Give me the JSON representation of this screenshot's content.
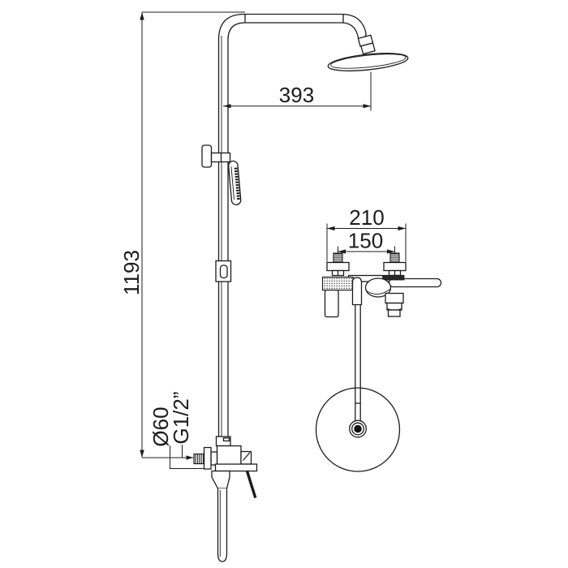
{
  "page": {
    "background": "#ffffff",
    "line_color": "#1c1c1c"
  },
  "front_view": {
    "overall_height": "1193",
    "head_offset": "393",
    "escutcheon_diameter": "Ø60",
    "connection_thread": "G1/2”"
  },
  "top_view": {
    "overall_width": "210",
    "inlet_spacing": "150"
  }
}
